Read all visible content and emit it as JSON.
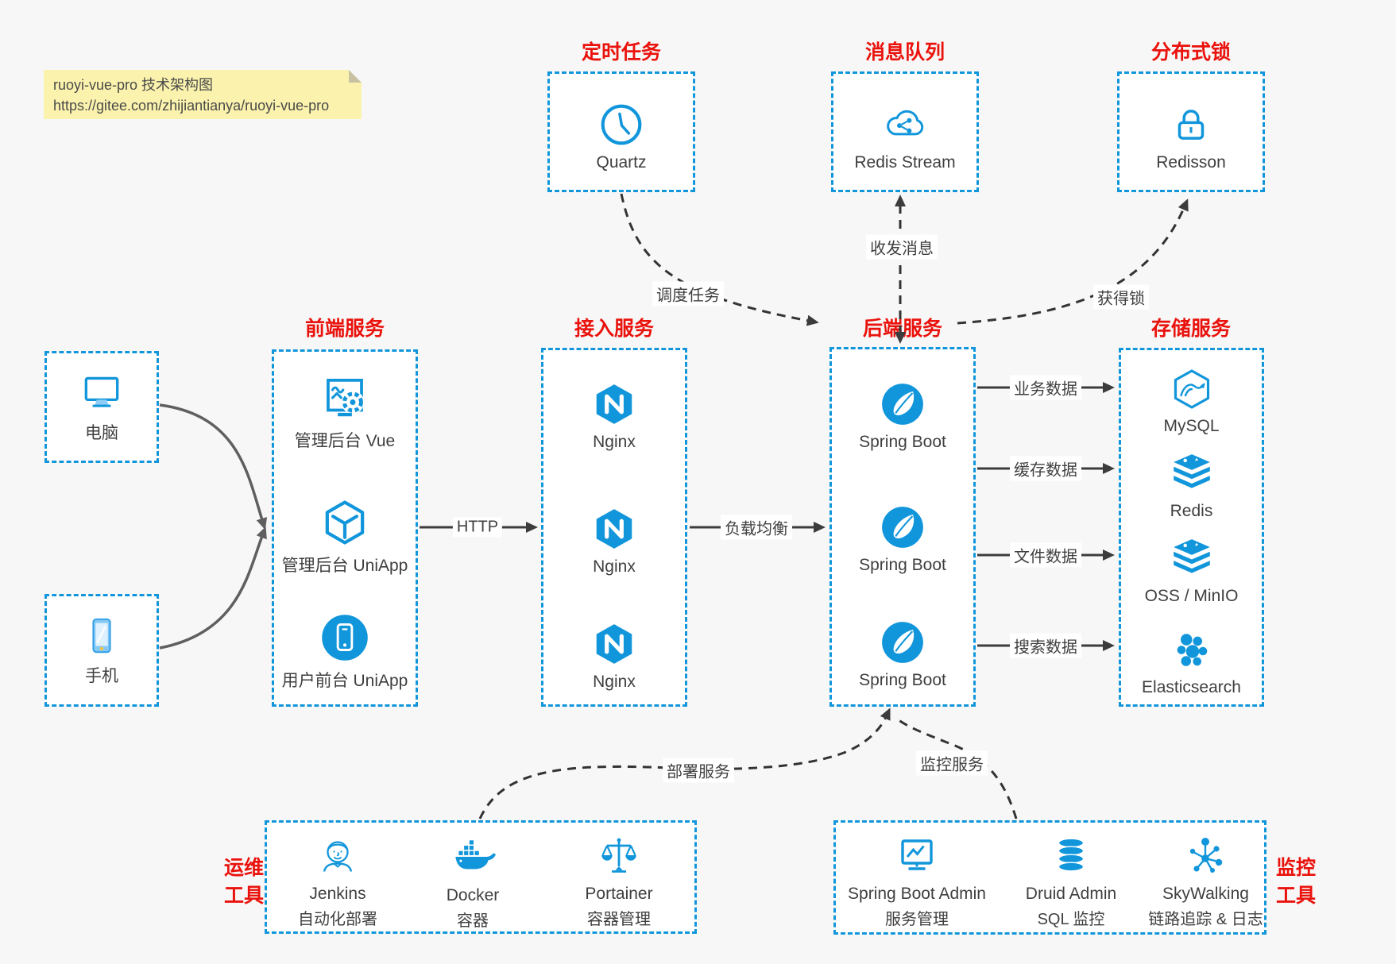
{
  "note": {
    "line1": "ruoyi-vue-pro 技术架构图",
    "line2": "https://gitee.com/zhijiantianya/ruoyi-vue-pro"
  },
  "top_services": [
    {
      "title": "定时任务",
      "item": "Quartz",
      "icon": "clock-icon"
    },
    {
      "title": "消息队列",
      "item": "Redis Stream",
      "icon": "cloud-stream-icon"
    },
    {
      "title": "分布式锁",
      "item": "Redisson",
      "icon": "lock-icon"
    }
  ],
  "clients": [
    {
      "label": "电脑",
      "icon": "desktop-icon"
    },
    {
      "label": "手机",
      "icon": "mobile-phone-icon"
    }
  ],
  "columns": {
    "frontend": {
      "title": "前端服务",
      "items": [
        {
          "label": "管理后台 Vue",
          "icon": "admin-vue-icon"
        },
        {
          "label": "管理后台 UniApp",
          "icon": "uniapp-hexagon-icon"
        },
        {
          "label": "用户前台 UniApp",
          "icon": "user-app-icon"
        }
      ]
    },
    "gateway": {
      "title": "接入服务",
      "items": [
        {
          "label": "Nginx",
          "icon": "nginx-icon"
        },
        {
          "label": "Nginx",
          "icon": "nginx-icon"
        },
        {
          "label": "Nginx",
          "icon": "nginx-icon"
        }
      ]
    },
    "backend": {
      "title": "后端服务",
      "items": [
        {
          "label": "Spring Boot",
          "icon": "spring-icon"
        },
        {
          "label": "Spring Boot",
          "icon": "spring-icon"
        },
        {
          "label": "Spring Boot",
          "icon": "spring-icon"
        }
      ]
    },
    "storage": {
      "title": "存储服务",
      "items": [
        {
          "label": "MySQL",
          "icon": "mysql-icon"
        },
        {
          "label": "Redis",
          "icon": "redis-icon"
        },
        {
          "label": "OSS / MinIO",
          "icon": "oss-minio-icon"
        },
        {
          "label": "Elasticsearch",
          "icon": "elasticsearch-icon"
        }
      ]
    }
  },
  "edges": {
    "http": "HTTP",
    "load_balance": "负载均衡",
    "business_data": "业务数据",
    "cache_data": "缓存数据",
    "file_data": "文件数据",
    "search_data": "搜索数据",
    "schedule_task": "调度任务",
    "send_receive_msg": "收发消息",
    "acquire_lock": "获得锁",
    "deploy_service": "部署服务",
    "monitor_service": "监控服务"
  },
  "ops": {
    "title_lines": [
      "运维",
      "工具"
    ],
    "items": [
      {
        "name": "Jenkins",
        "desc": "自动化部署",
        "icon": "jenkins-icon"
      },
      {
        "name": "Docker",
        "desc": "容器",
        "icon": "docker-icon"
      },
      {
        "name": "Portainer",
        "desc": "容器管理",
        "icon": "portainer-icon"
      }
    ]
  },
  "monitor": {
    "title_lines": [
      "监控",
      "工具"
    ],
    "items": [
      {
        "name": "Spring Boot Admin",
        "desc": "服务管理",
        "icon": "spring-boot-admin-icon"
      },
      {
        "name": "Druid Admin",
        "desc": "SQL 监控",
        "icon": "druid-icon"
      },
      {
        "name": "SkyWalking",
        "desc": "链路追踪 & 日志",
        "icon": "skywalking-icon"
      }
    ]
  },
  "colors": {
    "accent_blue": "#1296db",
    "title_red": "#ea120c",
    "note_bg": "#fbf3ad",
    "arrow_dark": "#3c3c3c",
    "arrow_gray": "#5f5f5f"
  }
}
